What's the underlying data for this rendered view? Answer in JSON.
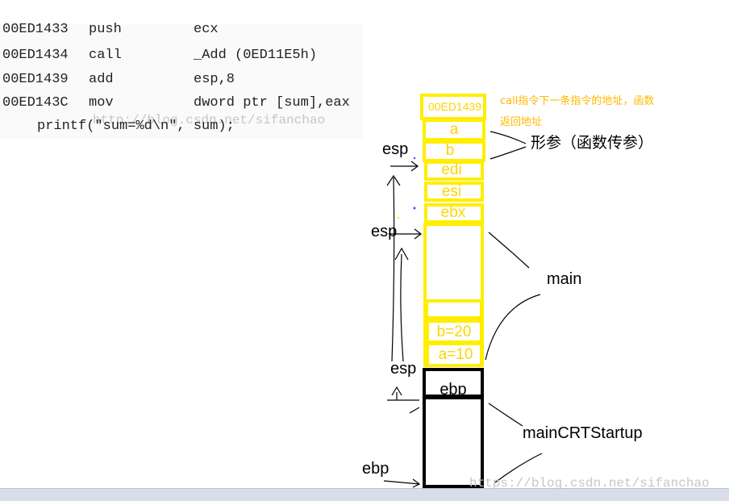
{
  "code": {
    "lines": [
      {
        "addr": "00ED1433",
        "op": "push",
        "arg": "ecx"
      },
      {
        "addr": "00ED1434",
        "op": "call",
        "arg": "_Add (0ED11E5h)"
      },
      {
        "addr": "00ED1439",
        "op": "add",
        "arg": "esp,8"
      },
      {
        "addr": "00ED143C",
        "op": "mov",
        "arg": "dword ptr [sum],eax"
      }
    ],
    "printf": "printf(\"sum=%d\\n\", sum);"
  },
  "watermark": "http://blog.csdn.net/sifanchao",
  "watermark_bottom": "https://blog.csdn.net/sifanchao",
  "stack": {
    "return_addr": "00ED1439",
    "param_a": "a",
    "param_b": "b",
    "edi": "edi",
    "esi": "esi",
    "ebx": "ebx",
    "local_b": "b=20",
    "local_a": "a=10",
    "ebp_cell": "ebp"
  },
  "labels": {
    "esp1": "esp",
    "esp2": "esp",
    "esp3": "esp",
    "ebp": "ebp",
    "main": "main",
    "mainCRT": "mainCRTStartup",
    "params": "形参（函数传参）",
    "note_line1": "call指令下一条指令的地址，函数",
    "note_line2": "返回地址"
  },
  "colors": {
    "highlight": "#ffee00",
    "note": "#ffb800"
  }
}
